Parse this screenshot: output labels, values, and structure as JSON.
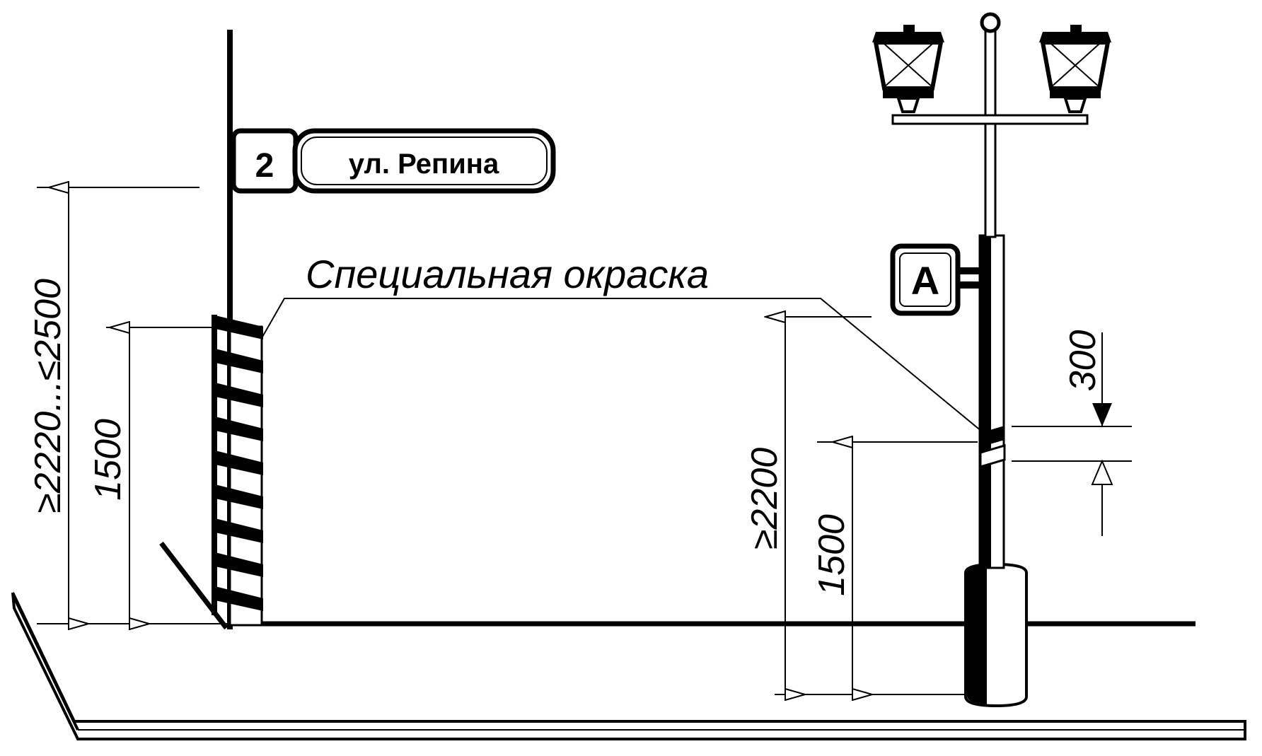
{
  "sign_left": {
    "number": "2",
    "street": "ул. Репина"
  },
  "sign_right": {
    "letter": "A"
  },
  "callout": {
    "label": "Специальная окраска"
  },
  "dimensions": {
    "left_total": "≥2220...≤2500",
    "left_painted": "1500",
    "right_total": "≥2200",
    "right_painted": "1500",
    "right_band": "300"
  },
  "colors": {
    "ink": "#000000",
    "paper": "#ffffff"
  }
}
